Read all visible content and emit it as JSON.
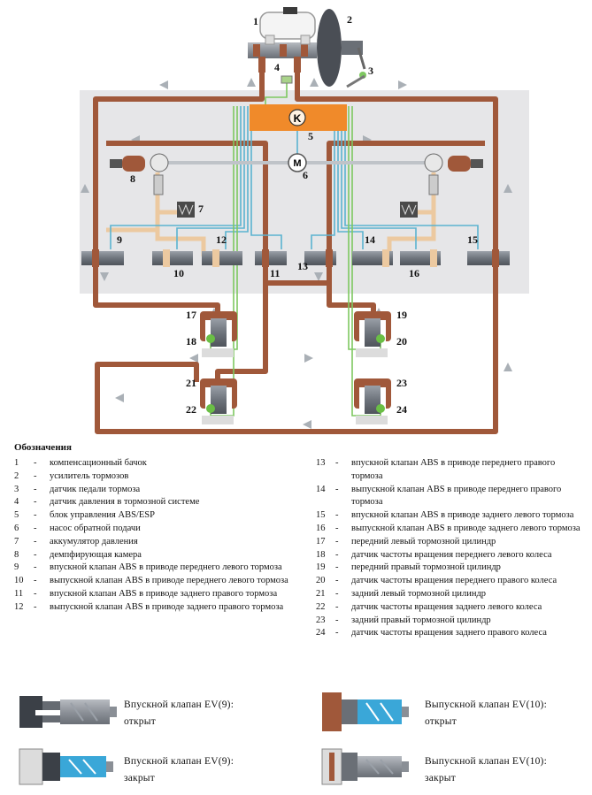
{
  "diagram": {
    "labels": [
      "1",
      "2",
      "3",
      "4",
      "5",
      "6",
      "7",
      "8",
      "9",
      "10",
      "11",
      "12",
      "13",
      "14",
      "15",
      "16",
      "17",
      "18",
      "19",
      "20",
      "21",
      "22",
      "23",
      "24"
    ],
    "ecu_symbol": "K",
    "motor_symbol": "M",
    "colors": {
      "brake_line": "#a0583a",
      "signal_line": "#5bb3d0",
      "sensor_line": "#7ec860",
      "panel": "#e6e6e8",
      "ecu": "#f08a2a"
    }
  },
  "legend": {
    "title": "Обозначения",
    "left": [
      {
        "n": "1",
        "text": "компенсационный бачок"
      },
      {
        "n": "2",
        "text": "усилитель тормозов"
      },
      {
        "n": "3",
        "text": "датчик педали тормоза"
      },
      {
        "n": "4",
        "text": "датчик давления в тормозной системе"
      },
      {
        "n": "5",
        "text": "блок управления ABS/ESP"
      },
      {
        "n": "6",
        "text": "насос обратной подачи"
      },
      {
        "n": "7",
        "text": "аккумулятор давления"
      },
      {
        "n": "8",
        "text": "демпфирующая камера"
      },
      {
        "n": "9",
        "text": "впускной клапан ABS в приводе переднего левого тормоза"
      },
      {
        "n": "10",
        "text": "выпускной клапан ABS в приводе переднего левого тормоза"
      },
      {
        "n": "11",
        "text": "впускной клапан ABS в приводе заднего правого тормоза"
      },
      {
        "n": "12",
        "text": "выпускной клапан ABS в приводе заднего правого тормоза"
      }
    ],
    "right": [
      {
        "n": "13",
        "text": "впускной клапан ABS в приводе переднего правого тормоза"
      },
      {
        "n": "14",
        "text": "выпускной клапан ABS в приводе переднего правого тормоза"
      },
      {
        "n": "15",
        "text": "впускной клапан ABS в приводе заднего левого тормоза"
      },
      {
        "n": "16",
        "text": "выпускной клапан ABS в приводе заднего левого тормоза"
      },
      {
        "n": "17",
        "text": "передний левый тормозной цилиндр"
      },
      {
        "n": "18",
        "text": "датчик частоты вращения переднего левого колеса"
      },
      {
        "n": "19",
        "text": "передний правый тормозной цилиндр"
      },
      {
        "n": "20",
        "text": "датчик частоты вращения переднего правого колеса"
      },
      {
        "n": "21",
        "text": "задний левый тормозной цилиндр"
      },
      {
        "n": "22",
        "text": "датчик частоты вращения заднего левого колеса"
      },
      {
        "n": "23",
        "text": "задний правый тормозной цилиндр"
      },
      {
        "n": "24",
        "text": "датчик частоты вращения заднего правого колеса"
      }
    ]
  },
  "valve_key": [
    {
      "line1": "Впускной клапан EV(9):",
      "line2": "открыт"
    },
    {
      "line1": "Выпускной клапан EV(10):",
      "line2": "открыт"
    },
    {
      "line1": "Впускной клапан EV(9):",
      "line2": "закрыт"
    },
    {
      "line1": "Выпускной клапан EV(10):",
      "line2": "закрыт"
    }
  ]
}
